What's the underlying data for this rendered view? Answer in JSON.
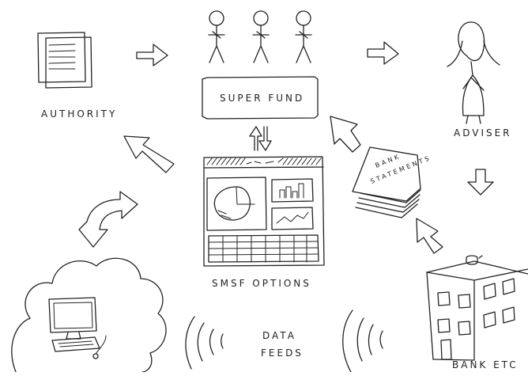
{
  "labels": {
    "authority": "AUTHORITY",
    "super_fund": "SUPER  FUND",
    "adviser": "ADVISER",
    "smsf_options": "SMSF  OPTIONS",
    "bank_statements_line1": "BANK",
    "bank_statements_line2": "STATEMENTS",
    "data_feeds_line1": "DATA",
    "data_feeds_line2": "FEEDS",
    "bank_etc": "BANK  ETC"
  },
  "style": {
    "ink": "#222222",
    "background": "#ffffff"
  }
}
